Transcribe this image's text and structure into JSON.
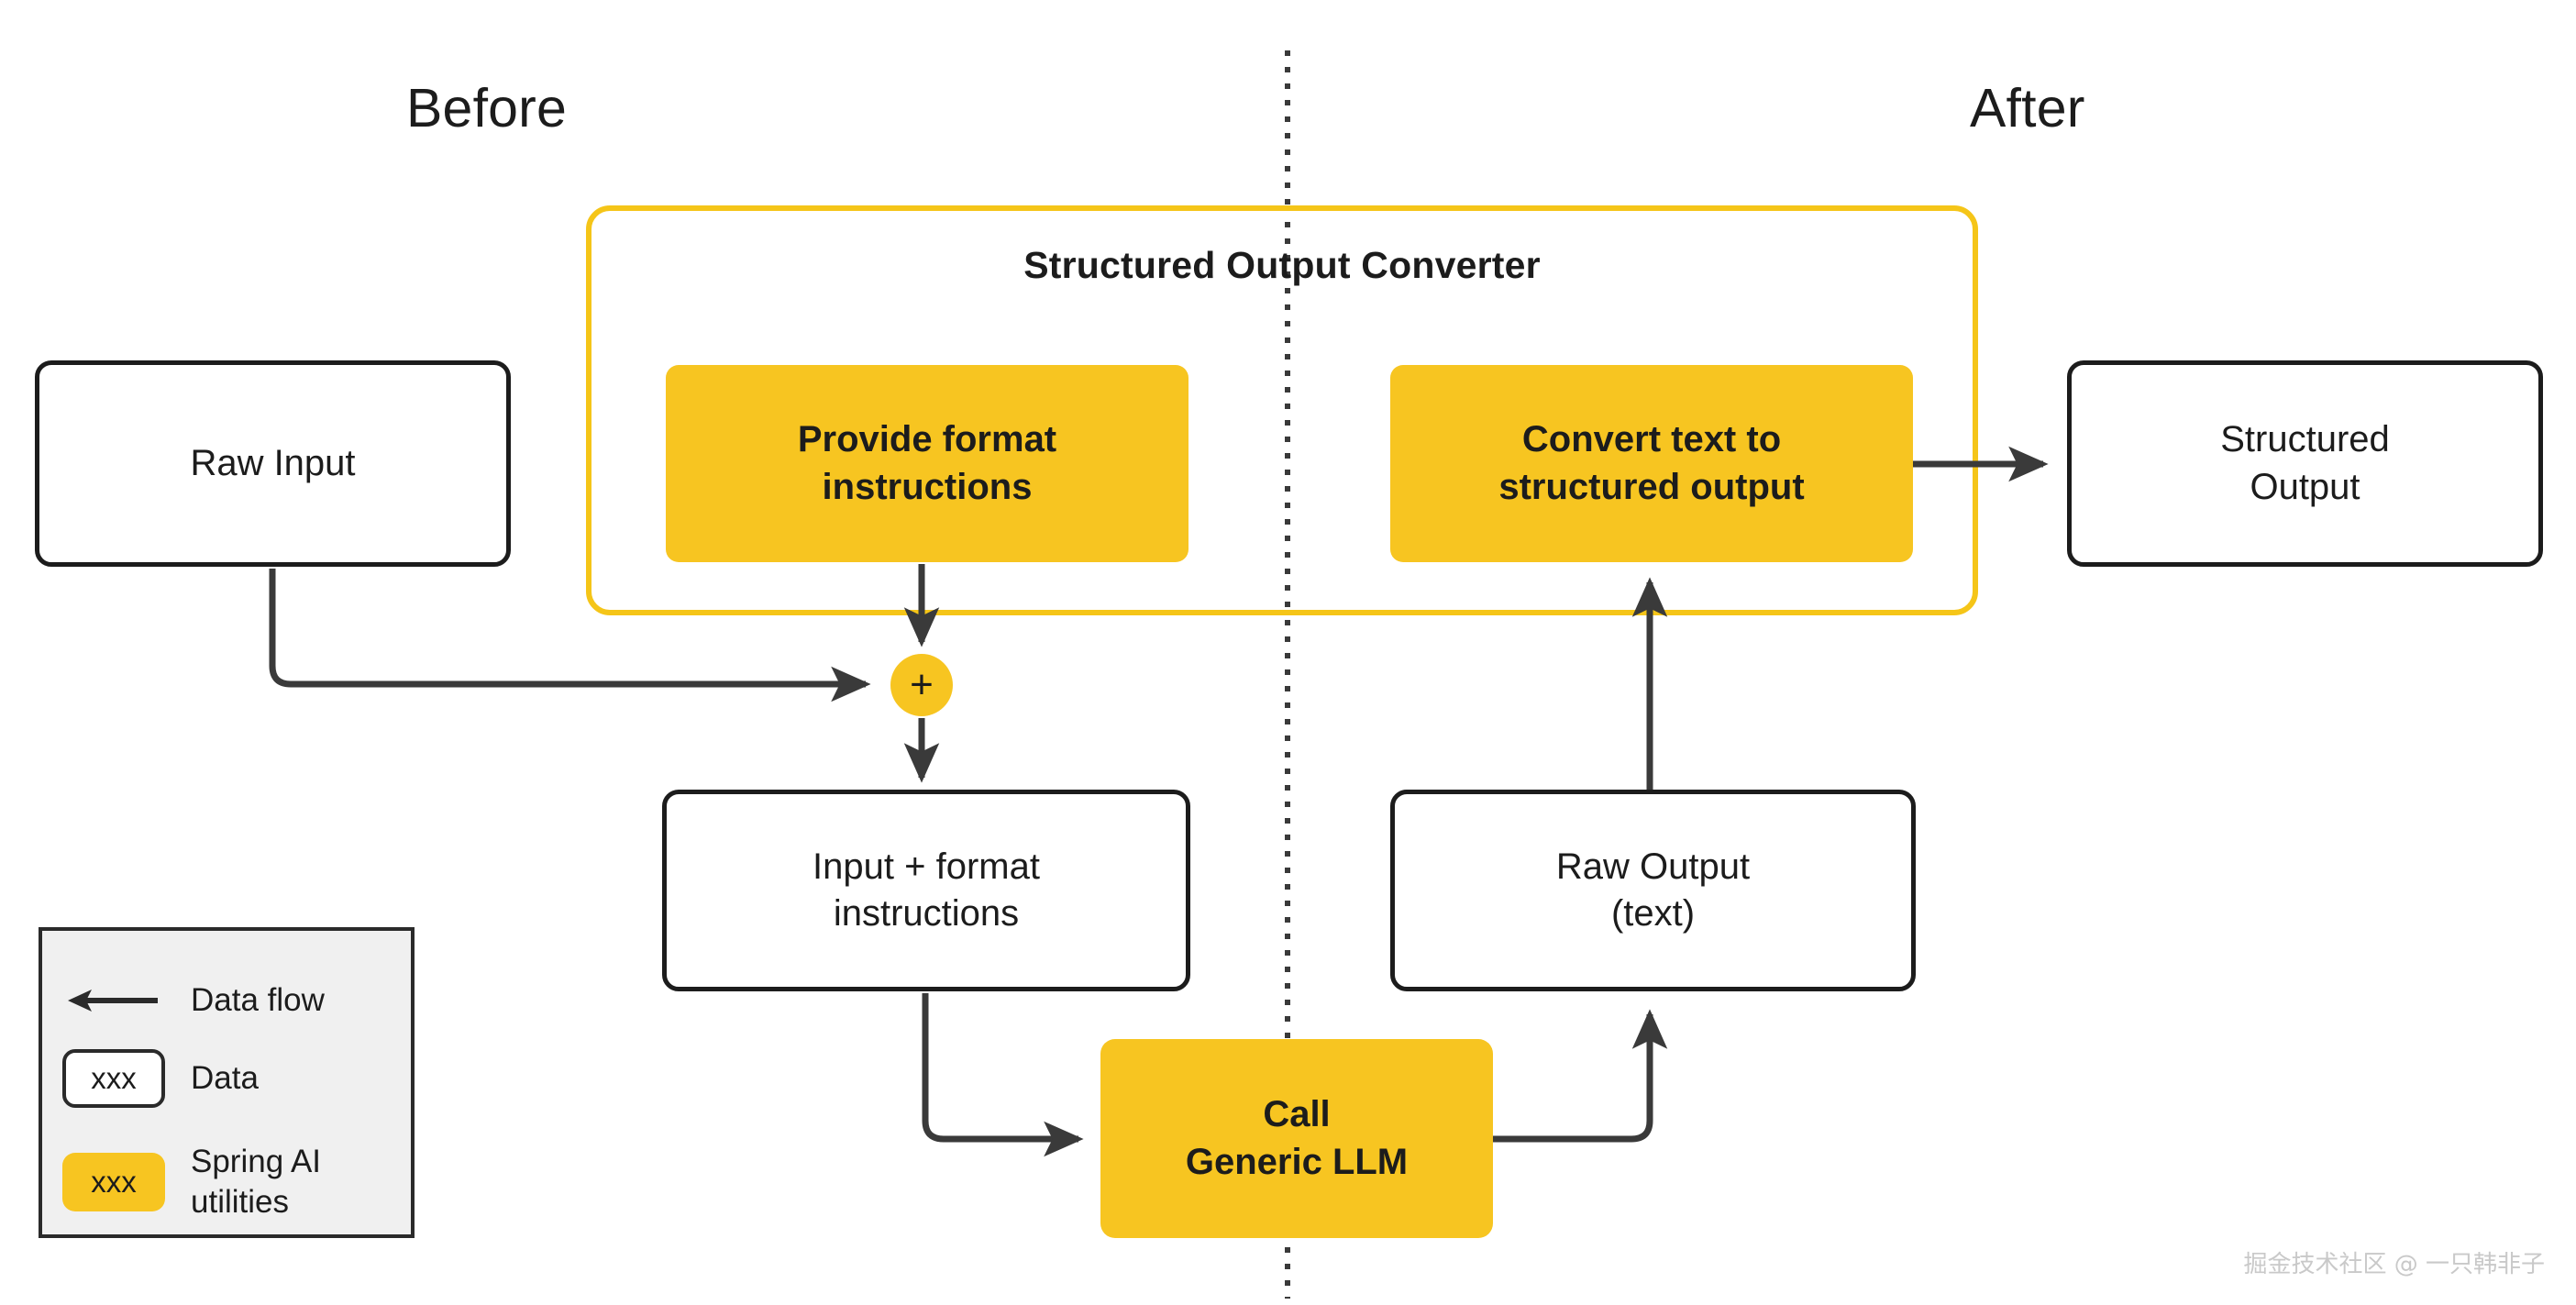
{
  "diagram": {
    "title_before": "Before",
    "title_after": "After",
    "converter_title": "Structured Output Converter",
    "colors": {
      "accent_yellow": "#f7c521",
      "container_border": "#f5c518",
      "node_stroke": "#1c1c1c",
      "legend_background": "#f0f0f0",
      "watermark": "#c9c9c9"
    }
  },
  "nodes": {
    "raw_input": {
      "label": "Raw Input",
      "kind": "data"
    },
    "structured_output": {
      "label": "Structured\nOutput",
      "line1": "Structured",
      "line2": "Output",
      "kind": "data"
    },
    "provide_format": {
      "line1": "Provide format",
      "line2": "instructions",
      "kind": "spring-ai-utility"
    },
    "convert_text": {
      "line1": "Convert text to",
      "line2": "structured  output",
      "kind": "spring-ai-utility"
    },
    "merge_plus": {
      "label": "+",
      "kind": "spring-ai-utility"
    },
    "input_plus_format": {
      "line1": "Input + format",
      "line2": "instructions",
      "kind": "data"
    },
    "raw_output": {
      "line1": "Raw Output",
      "line2": "(text)",
      "kind": "data"
    },
    "call_llm": {
      "line1": "Call",
      "line2": "Generic LLM",
      "kind": "spring-ai-utility"
    }
  },
  "legend": {
    "items": [
      {
        "swatch": "arrow",
        "label": "Data flow",
        "chip_text": ""
      },
      {
        "swatch": "white-box",
        "label": "Data",
        "chip_text": "xxx"
      },
      {
        "swatch": "yellow-box",
        "label": "Spring AI\nutilities",
        "chip_text": "xxx"
      }
    ]
  },
  "watermark": {
    "text": "掘金技术社区 @ 一只韩非子"
  }
}
